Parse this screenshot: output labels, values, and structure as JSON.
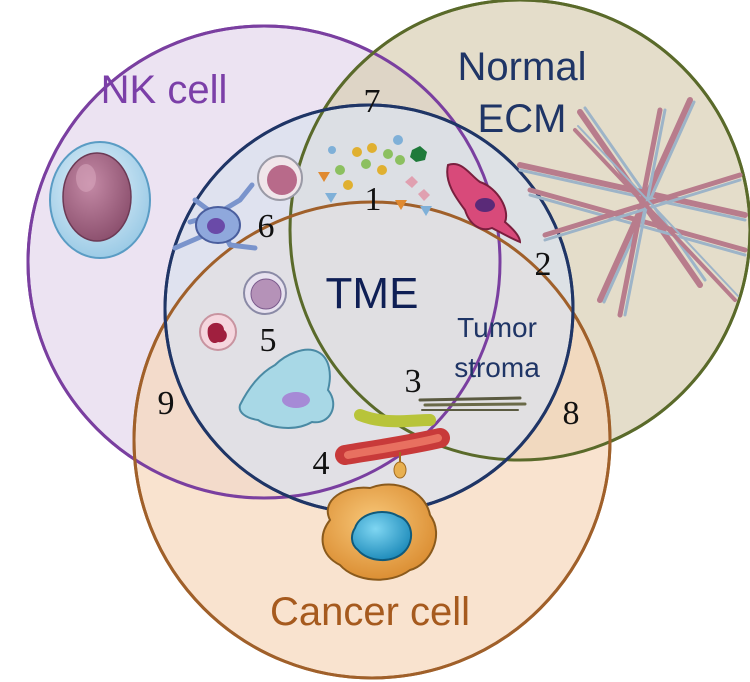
{
  "labels": {
    "nk_cell": "NK cell",
    "normal_ecm_line1": "Normal",
    "normal_ecm_line2": "ECM",
    "cancer_cell": "Cancer cell",
    "tme": "TME",
    "tumor_stroma_line1": "Tumor",
    "tumor_stroma_line2": "stroma"
  },
  "numbers": {
    "n1": "1",
    "n2": "2",
    "n3": "3",
    "n4": "4",
    "n5": "5",
    "n6": "6",
    "n7": "7",
    "n8": "8",
    "n9": "9"
  },
  "colors": {
    "nk_circle_stroke": "#7a3fa0",
    "nk_circle_fill": "#e8dcef",
    "ecm_circle_stroke": "#5a6a2a",
    "ecm_circle_fill": "#ddd5bf",
    "cancer_circle_stroke": "#a0602a",
    "cancer_circle_fill": "#f6dcc4",
    "tme_circle_stroke": "#1f3566",
    "tme_circle_fill": "#dfe4ef",
    "stroma_circle_stroke": "#4a6b36",
    "nk_text": "#7b3fa8",
    "ecm_text": "#1f3566",
    "cancer_text": "#a65a1e",
    "tme_text": "#0f1f55"
  }
}
